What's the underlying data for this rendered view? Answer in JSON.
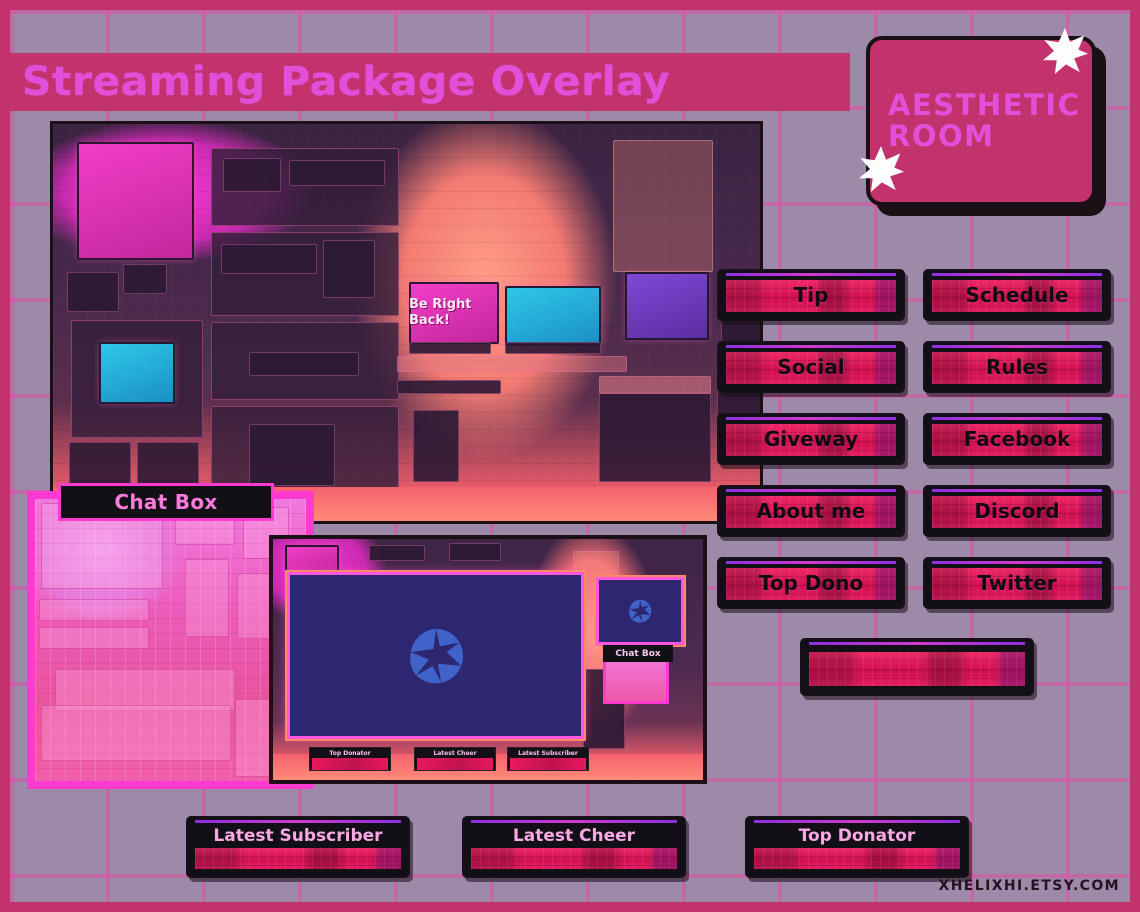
{
  "theme": {
    "frame_color": "#c2336d",
    "background_color": "#9c8aa8",
    "grid_color": "#e24fa8",
    "accent_magenta": "#e24fd8",
    "accent_pink": "#ff3ad0",
    "panel_dark": "#130f16",
    "panel_crimson": "#e41e63"
  },
  "banner": {
    "title": "Streaming Package Overlay"
  },
  "badge": {
    "text": "Aesthetic Room",
    "star_top_right": "star-icon",
    "star_bottom_left": "star-icon"
  },
  "main_art": {
    "monitor_text": "Be Right Back!"
  },
  "chatbox": {
    "label": "Chat Box"
  },
  "preview": {
    "main_screen_icon": "camera-aperture-icon",
    "cam_screen_icon": "camera-aperture-icon",
    "chat_label": "Chat Box",
    "mini_panels": [
      {
        "label": "Top Donator"
      },
      {
        "label": "Latest Cheer"
      },
      {
        "label": "Latest Subscriber"
      }
    ]
  },
  "buttons": {
    "left_column": [
      {
        "label": "Tip"
      },
      {
        "label": "Social"
      },
      {
        "label": "Giveway"
      },
      {
        "label": "About me"
      },
      {
        "label": "Top Dono"
      }
    ],
    "right_column": [
      {
        "label": "Schedule"
      },
      {
        "label": "Rules"
      },
      {
        "label": "Facebook"
      },
      {
        "label": "Discord"
      },
      {
        "label": "Twitter"
      }
    ],
    "blank_panel": {
      "label": ""
    }
  },
  "alerts": [
    {
      "label": "Latest Subscriber"
    },
    {
      "label": "Latest Cheer"
    },
    {
      "label": "Top Donator"
    }
  ],
  "watermark": {
    "text": "XHELIXHI.ETSY.COM"
  }
}
